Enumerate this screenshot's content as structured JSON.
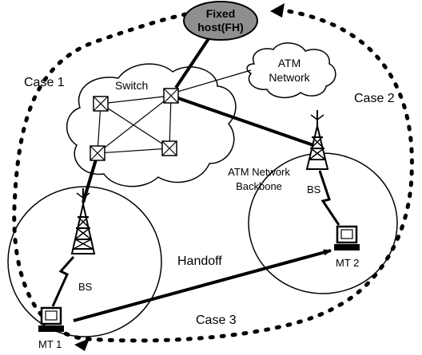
{
  "labels": {
    "fixed_host_line1": "Fixed",
    "fixed_host_line2": "host(FH)",
    "atm_network_line1": "ATM",
    "atm_network_line2": "Network",
    "switch": "Switch",
    "case1": "Case 1",
    "case2": "Case 2",
    "case3": "Case 3",
    "backbone_line1": "ATM Network",
    "backbone_line2": "Backbone",
    "bs_left": "BS",
    "bs_right": "BS",
    "handoff": "Handoff",
    "mt1": "MT 1",
    "mt2": "MT 2"
  }
}
